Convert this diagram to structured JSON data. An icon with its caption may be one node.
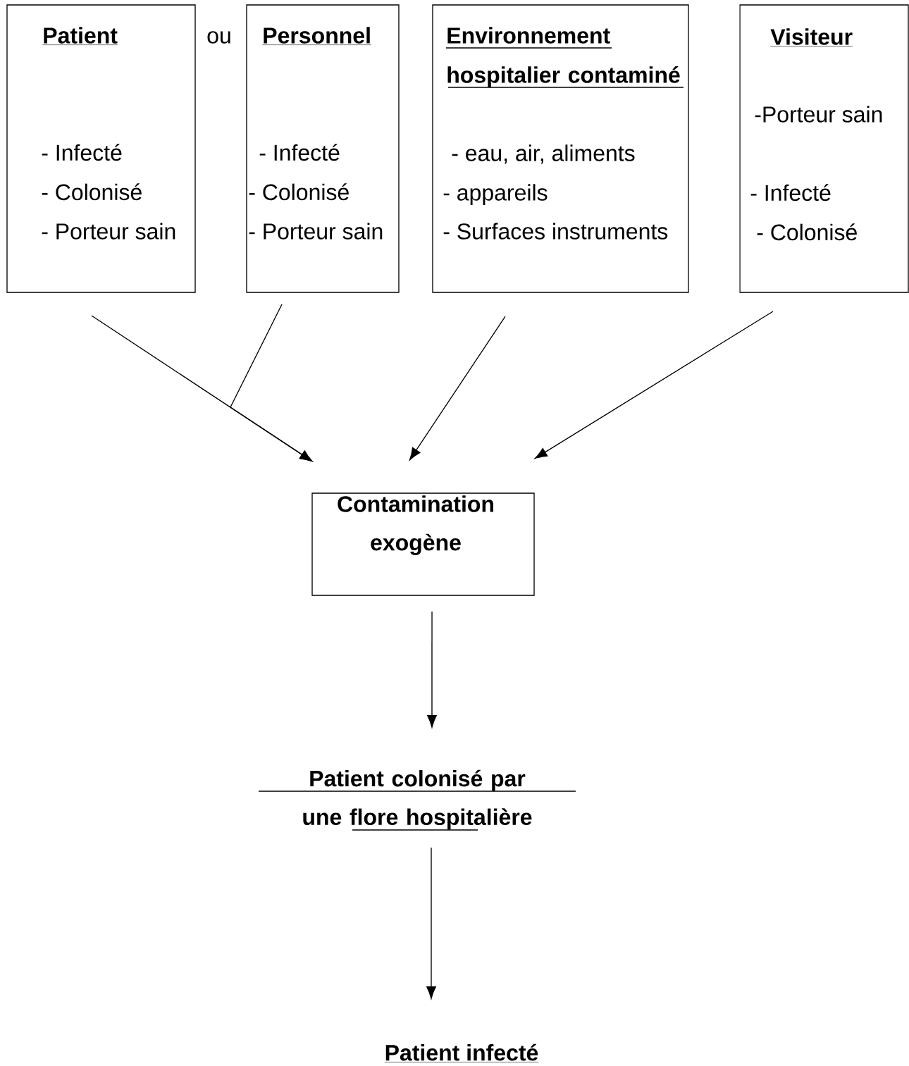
{
  "diagram": {
    "nodes": [
      {
        "text": [
          "Patient",
          "- Infecté",
          "- Colonisé",
          "- Porteur sain"
        ]
      },
      {
        "text": [
          "Personnel",
          "- Infecté",
          "- Colonisé",
          "- Porteur sain"
        ]
      },
      {
        "text": [
          "Environnement hospitalier contaminé",
          "- eau, air, aliments",
          "- appareils",
          "- Surfaces instruments"
        ]
      },
      {
        "text": [
          "Visiteur",
          "-Porteur sain",
          "- Infecté",
          "- Colonisé"
        ]
      },
      {
        "text": [
          "Contamination exogène"
        ]
      },
      {
        "text": [
          "Patient colonisé par une flore hospitalière"
        ]
      },
      {
        "text": [
          "Patient infecté"
        ]
      }
    ],
    "edges": [
      {
        "from": 0,
        "to": 4,
        "arrow": "to"
      },
      {
        "from": 1,
        "to": 4,
        "arrow": "to"
      },
      {
        "from": 2,
        "to": 4,
        "arrow": "to"
      },
      {
        "from": 3,
        "to": 4,
        "arrow": "to"
      },
      {
        "from": 4,
        "to": 5,
        "arrow": "to"
      },
      {
        "from": 5,
        "to": 6,
        "arrow": "to"
      }
    ],
    "labels": [
      "ou"
    ]
  }
}
